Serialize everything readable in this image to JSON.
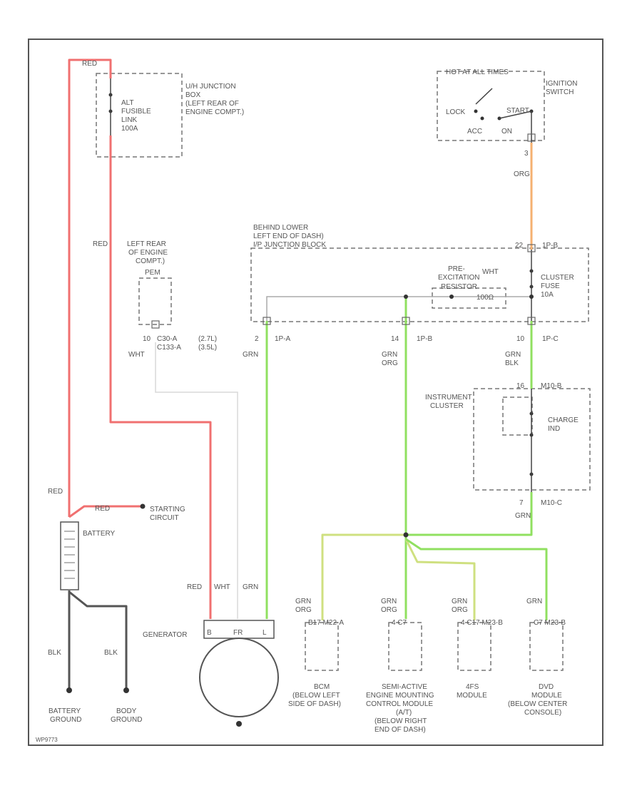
{
  "colors": {
    "red": "#f07070",
    "green": "#90e060",
    "yellow_green": "#cfe080",
    "orange": "#f5b070",
    "white_wire": "#d8d8d8",
    "black_wire": "#555555",
    "gray": "#888888"
  },
  "wire_colors": {
    "red_top": "RED",
    "red_mid": "RED",
    "red_batt": "RED",
    "red_start": "RED",
    "red_gen": "RED",
    "wht_gen": "WHT",
    "grn_gen": "GRN",
    "ign_org": "ORG",
    "fuse_wht": "WHT",
    "jb_grn": "GRN",
    "jb_grn_org_1": "GRN",
    "jb_grn_org_2": "ORG",
    "jb_grn_blk_1": "GRN",
    "jb_grn_blk_2": "BLK",
    "cluster_grn": "GRN",
    "bcm_1": "GRN",
    "bcm_2": "ORG",
    "eng_1": "GRN",
    "eng_2": "ORG",
    "4fs_1": "GRN",
    "4fs_2": "ORG",
    "dvd_1": "GRN",
    "blk_1": "BLK",
    "blk_2": "BLK"
  },
  "components": {
    "uh_junction": [
      "U/H JUNCTION",
      "BOX",
      "(LEFT REAR OF",
      "ENGINE COMPT.)"
    ],
    "alt_link": [
      "ALT",
      "FUSIBLE",
      "LINK",
      "100A"
    ],
    "ignition_hot": "HOT AT ALL TIMES",
    "ignition_switch": [
      "IGNITION",
      "SWITCH"
    ],
    "lock": "LOCK",
    "start": "START",
    "acc": "ACC",
    "on": "ON",
    "ip_junction": [
      "BEHIND LOWER",
      "LEFT END OF DASH)",
      "I/P JUNCTION BLOCK"
    ],
    "cluster_fuse": [
      "CLUSTER",
      "FUSE",
      "10A"
    ],
    "pre_excitation": [
      "PRE-",
      "EXCITATION"
    ],
    "resistor": "RESISTOR",
    "resistor_value": "100Ω",
    "left_rear_engine": [
      "LEFT REAR",
      "OF ENGINE",
      "COMPT.)"
    ],
    "pem": "PEM",
    "instrument_cluster": [
      "INSTRUMENT",
      "CLUSTER"
    ],
    "charge_ind": [
      "CHARGE",
      "IND"
    ],
    "battery": "BATTERY",
    "starting_circuit": [
      "STARTING",
      "CIRCUIT"
    ],
    "generator": "GENERATOR",
    "gen_pin_b": "B",
    "gen_pin_fr": "FR",
    "gen_pin_l": "L",
    "battery_ground": [
      "BATTERY",
      "GROUND"
    ],
    "body_ground": [
      "BODY",
      "GROUND"
    ],
    "bcm": [
      "BCM",
      "(BELOW LEFT",
      "SIDE OF DASH)"
    ],
    "semi_active": [
      "SEMI-ACTIVE",
      "ENGINE MOUNTING",
      "CONTROL MODULE",
      "(A/T)",
      "(BELOW RIGHT",
      "END OF DASH)"
    ],
    "4fs": [
      "4FS",
      "MODULE"
    ],
    "dvd": [
      "DVD",
      "MODULE",
      "(BELOW CENTER",
      "CONSOLE)"
    ]
  },
  "connectors": {
    "ign_pin": "3",
    "ip_22": "22",
    "ip_conn_top": "1P-B",
    "ip_2": "2",
    "ip_1pa": "1P-A",
    "ip_14": "14",
    "ip_1pb": "1P-B",
    "ip_10": "10",
    "ip_1pc": "1P-C",
    "m_16": "16",
    "m_m10b": "M10-B",
    "m_7": "7",
    "m_m10c": "M10-C",
    "pem_10": "10",
    "pem_c": [
      "C30-A",
      "C133-A"
    ],
    "pem_notes": [
      "(2.7L)",
      "(3.5L)"
    ],
    "bcm_conn": "B17 M22-A",
    "eng_conn": "4 C7",
    "fs_conn": "4 C17 M23-B",
    "dvd_conn": "C7 M23-B"
  },
  "figure_id": "WP9773"
}
